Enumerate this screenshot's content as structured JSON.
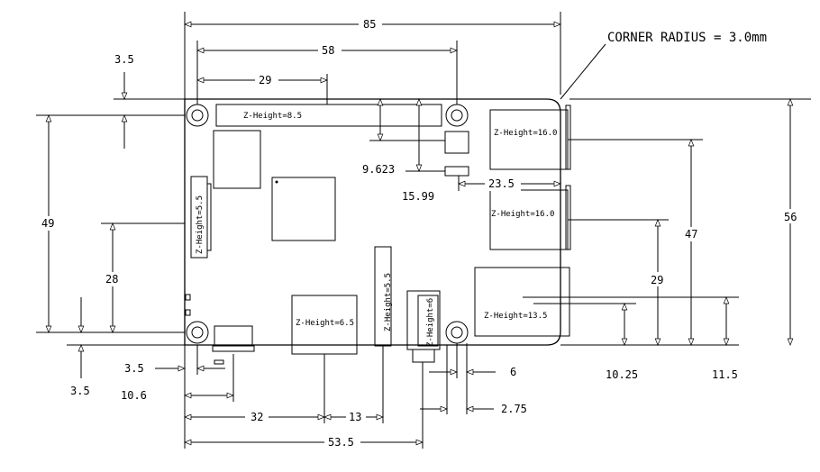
{
  "note": {
    "corner_radius": "CORNER RADIUS = 3.0mm"
  },
  "zlabels": {
    "gpio": "Z-Height=8.5",
    "usb_top": "Z-Height=16.0",
    "usb_bottom": "Z-Height=16.0",
    "ethernet": "Z-Height=13.5",
    "hdmi": "Z-Height=6.5",
    "display": "Z-Height=5.5",
    "camera": "Z-Height=5.5",
    "audio": "Z-Height=6"
  },
  "dims": {
    "d85": "85",
    "d58": "58",
    "d29_top": "29",
    "d3_5_tl": "3.5",
    "d49": "49",
    "d28": "28",
    "d3_5_bl": "3.5",
    "d3_5_bh": "3.5",
    "d10_6": "10.6",
    "d32": "32",
    "d13": "13",
    "d53_5": "53.5",
    "d9_623": "9.623",
    "d15_99": "15.99",
    "d23_5": "23.5",
    "d6": "6",
    "d2_75": "2.75",
    "d10_25": "10.25",
    "d11_5": "11.5",
    "d29_right": "29",
    "d47": "47",
    "d56": "56"
  }
}
